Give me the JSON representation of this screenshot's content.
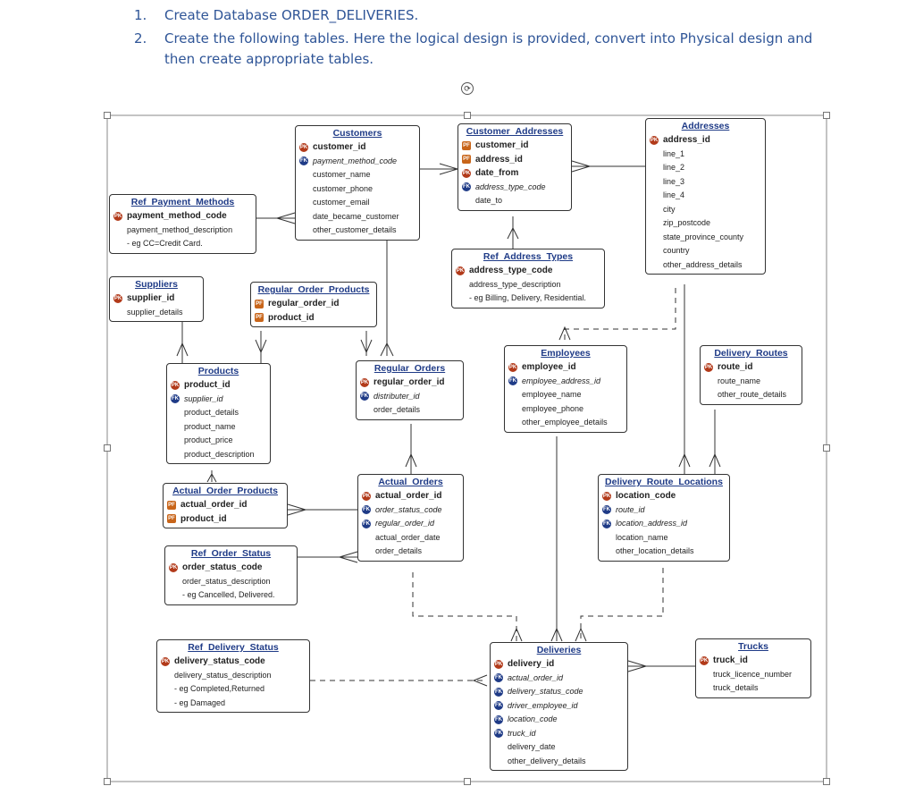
{
  "instructions": [
    {
      "num": "1.",
      "text": "Create Database ORDER_DELIVERIES."
    },
    {
      "num": "2.",
      "text": "Create the following tables. Here the logical design is provided, convert into Physical design and then create appropriate tables."
    }
  ],
  "entities": [
    {
      "key": "customers",
      "title": "Customers",
      "rows": [
        {
          "k": "pk",
          "text": "customer_id"
        },
        {
          "k": "fk",
          "text": "payment_method_code"
        },
        {
          "k": "",
          "text": "customer_name"
        },
        {
          "k": "",
          "text": "customer_phone"
        },
        {
          "k": "",
          "text": "customer_email"
        },
        {
          "k": "",
          "text": "date_became_customer"
        },
        {
          "k": "",
          "text": "other_customer_details"
        }
      ]
    },
    {
      "key": "customer_addresses",
      "title": "Customer_Addresses",
      "rows": [
        {
          "k": "pf",
          "text": "customer_id"
        },
        {
          "k": "pf",
          "text": "address_id"
        },
        {
          "k": "pk",
          "text": "date_from"
        },
        {
          "k": "fk",
          "text": "address_type_code"
        },
        {
          "k": "",
          "text": "date_to"
        }
      ]
    },
    {
      "key": "addresses",
      "title": "Addresses",
      "rows": [
        {
          "k": "pk",
          "text": "address_id"
        },
        {
          "k": "",
          "text": "line_1"
        },
        {
          "k": "",
          "text": "line_2"
        },
        {
          "k": "",
          "text": "line_3"
        },
        {
          "k": "",
          "text": "line_4"
        },
        {
          "k": "",
          "text": "city"
        },
        {
          "k": "",
          "text": "zip_postcode"
        },
        {
          "k": "",
          "text": "state_province_county"
        },
        {
          "k": "",
          "text": "country"
        },
        {
          "k": "",
          "text": "other_address_details"
        }
      ]
    },
    {
      "key": "ref_payment_methods",
      "title": "Ref_Payment_Methods",
      "rows": [
        {
          "k": "pk",
          "text": "payment_method_code"
        },
        {
          "k": "",
          "text": "payment_method_description"
        },
        {
          "k": "",
          "text": "- eg CC=Credit Card."
        }
      ]
    },
    {
      "key": "ref_address_types",
      "title": "Ref_Address_Types",
      "rows": [
        {
          "k": "pk",
          "text": "address_type_code"
        },
        {
          "k": "",
          "text": "address_type_description"
        },
        {
          "k": "",
          "text": "- eg Billing, Delivery, Residential."
        }
      ]
    },
    {
      "key": "suppliers",
      "title": "Suppliers",
      "rows": [
        {
          "k": "pk",
          "text": "supplier_id"
        },
        {
          "k": "",
          "text": "supplier_details"
        }
      ]
    },
    {
      "key": "regular_order_products",
      "title": "Regular_Order_Products",
      "rows": [
        {
          "k": "pf",
          "text": "regular_order_id"
        },
        {
          "k": "pf",
          "text": "product_id"
        }
      ]
    },
    {
      "key": "products",
      "title": "Products",
      "rows": [
        {
          "k": "pk",
          "text": "product_id"
        },
        {
          "k": "fk",
          "text": "supplier_id"
        },
        {
          "k": "",
          "text": "product_details"
        },
        {
          "k": "",
          "text": "product_name"
        },
        {
          "k": "",
          "text": "product_price"
        },
        {
          "k": "",
          "text": "product_description"
        }
      ]
    },
    {
      "key": "regular_orders",
      "title": "Regular_Orders",
      "rows": [
        {
          "k": "pk",
          "text": "regular_order_id"
        },
        {
          "k": "fk",
          "text": "distributer_id"
        },
        {
          "k": "",
          "text": "order_details"
        }
      ]
    },
    {
      "key": "employees",
      "title": "Employees",
      "rows": [
        {
          "k": "pk",
          "text": "employee_id"
        },
        {
          "k": "fk",
          "text": "employee_address_id"
        },
        {
          "k": "",
          "text": "employee_name"
        },
        {
          "k": "",
          "text": "employee_phone"
        },
        {
          "k": "",
          "text": "other_employee_details"
        }
      ]
    },
    {
      "key": "delivery_routes",
      "title": "Delivery_Routes",
      "rows": [
        {
          "k": "pk",
          "text": "route_id"
        },
        {
          "k": "",
          "text": "route_name"
        },
        {
          "k": "",
          "text": "other_route_details"
        }
      ]
    },
    {
      "key": "actual_order_products",
      "title": "Actual_Order_Products",
      "rows": [
        {
          "k": "pf",
          "text": "actual_order_id"
        },
        {
          "k": "pf",
          "text": "product_id"
        }
      ]
    },
    {
      "key": "actual_orders",
      "title": "Actual_Orders",
      "rows": [
        {
          "k": "pk",
          "text": "actual_order_id"
        },
        {
          "k": "fk",
          "text": "order_status_code"
        },
        {
          "k": "fk",
          "text": "regular_order_id"
        },
        {
          "k": "",
          "text": "actual_order_date"
        },
        {
          "k": "",
          "text": "order_details"
        }
      ]
    },
    {
      "key": "delivery_route_locations",
      "title": "Delivery_Route_Locations",
      "rows": [
        {
          "k": "pk",
          "text": "location_code"
        },
        {
          "k": "fk",
          "text": "route_id"
        },
        {
          "k": "fk",
          "text": "location_address_id"
        },
        {
          "k": "",
          "text": "location_name"
        },
        {
          "k": "",
          "text": "other_location_details"
        }
      ]
    },
    {
      "key": "ref_order_status",
      "title": "Ref_Order_Status",
      "rows": [
        {
          "k": "pk",
          "text": "order_status_code"
        },
        {
          "k": "",
          "text": "order_status_description"
        },
        {
          "k": "",
          "text": "- eg Cancelled, Delivered."
        }
      ]
    },
    {
      "key": "ref_delivery_status",
      "title": "Ref_Delivery_Status",
      "rows": [
        {
          "k": "pk",
          "text": "delivery_status_code"
        },
        {
          "k": "",
          "text": "delivery_status_description"
        },
        {
          "k": "",
          "text": "- eg Completed,Returned"
        },
        {
          "k": "",
          "text": "- eg Damaged"
        }
      ]
    },
    {
      "key": "deliveries",
      "title": "Deliveries",
      "rows": [
        {
          "k": "pk",
          "text": "delivery_id"
        },
        {
          "k": "fk",
          "text": "actual_order_id"
        },
        {
          "k": "fk",
          "text": "delivery_status_code"
        },
        {
          "k": "fk",
          "text": "driver_employee_id"
        },
        {
          "k": "fk",
          "text": "location_code"
        },
        {
          "k": "fk",
          "text": "truck_id"
        },
        {
          "k": "",
          "text": "delivery_date"
        },
        {
          "k": "",
          "text": "other_delivery_details"
        }
      ]
    },
    {
      "key": "trucks",
      "title": "Trucks",
      "rows": [
        {
          "k": "pk",
          "text": "truck_id"
        },
        {
          "k": "",
          "text": "truck_licence_number"
        },
        {
          "k": "",
          "text": "truck_details"
        }
      ]
    }
  ],
  "badges": {
    "pk": "PK",
    "fk": "FK",
    "pf": "PF"
  },
  "colors": {
    "instruction_text": "#2f5597",
    "entity_title": "#1f3b87",
    "pk_badge": "#b23a1a",
    "fk_badge": "#1f3b87",
    "pf_badge": "#c8651a"
  }
}
